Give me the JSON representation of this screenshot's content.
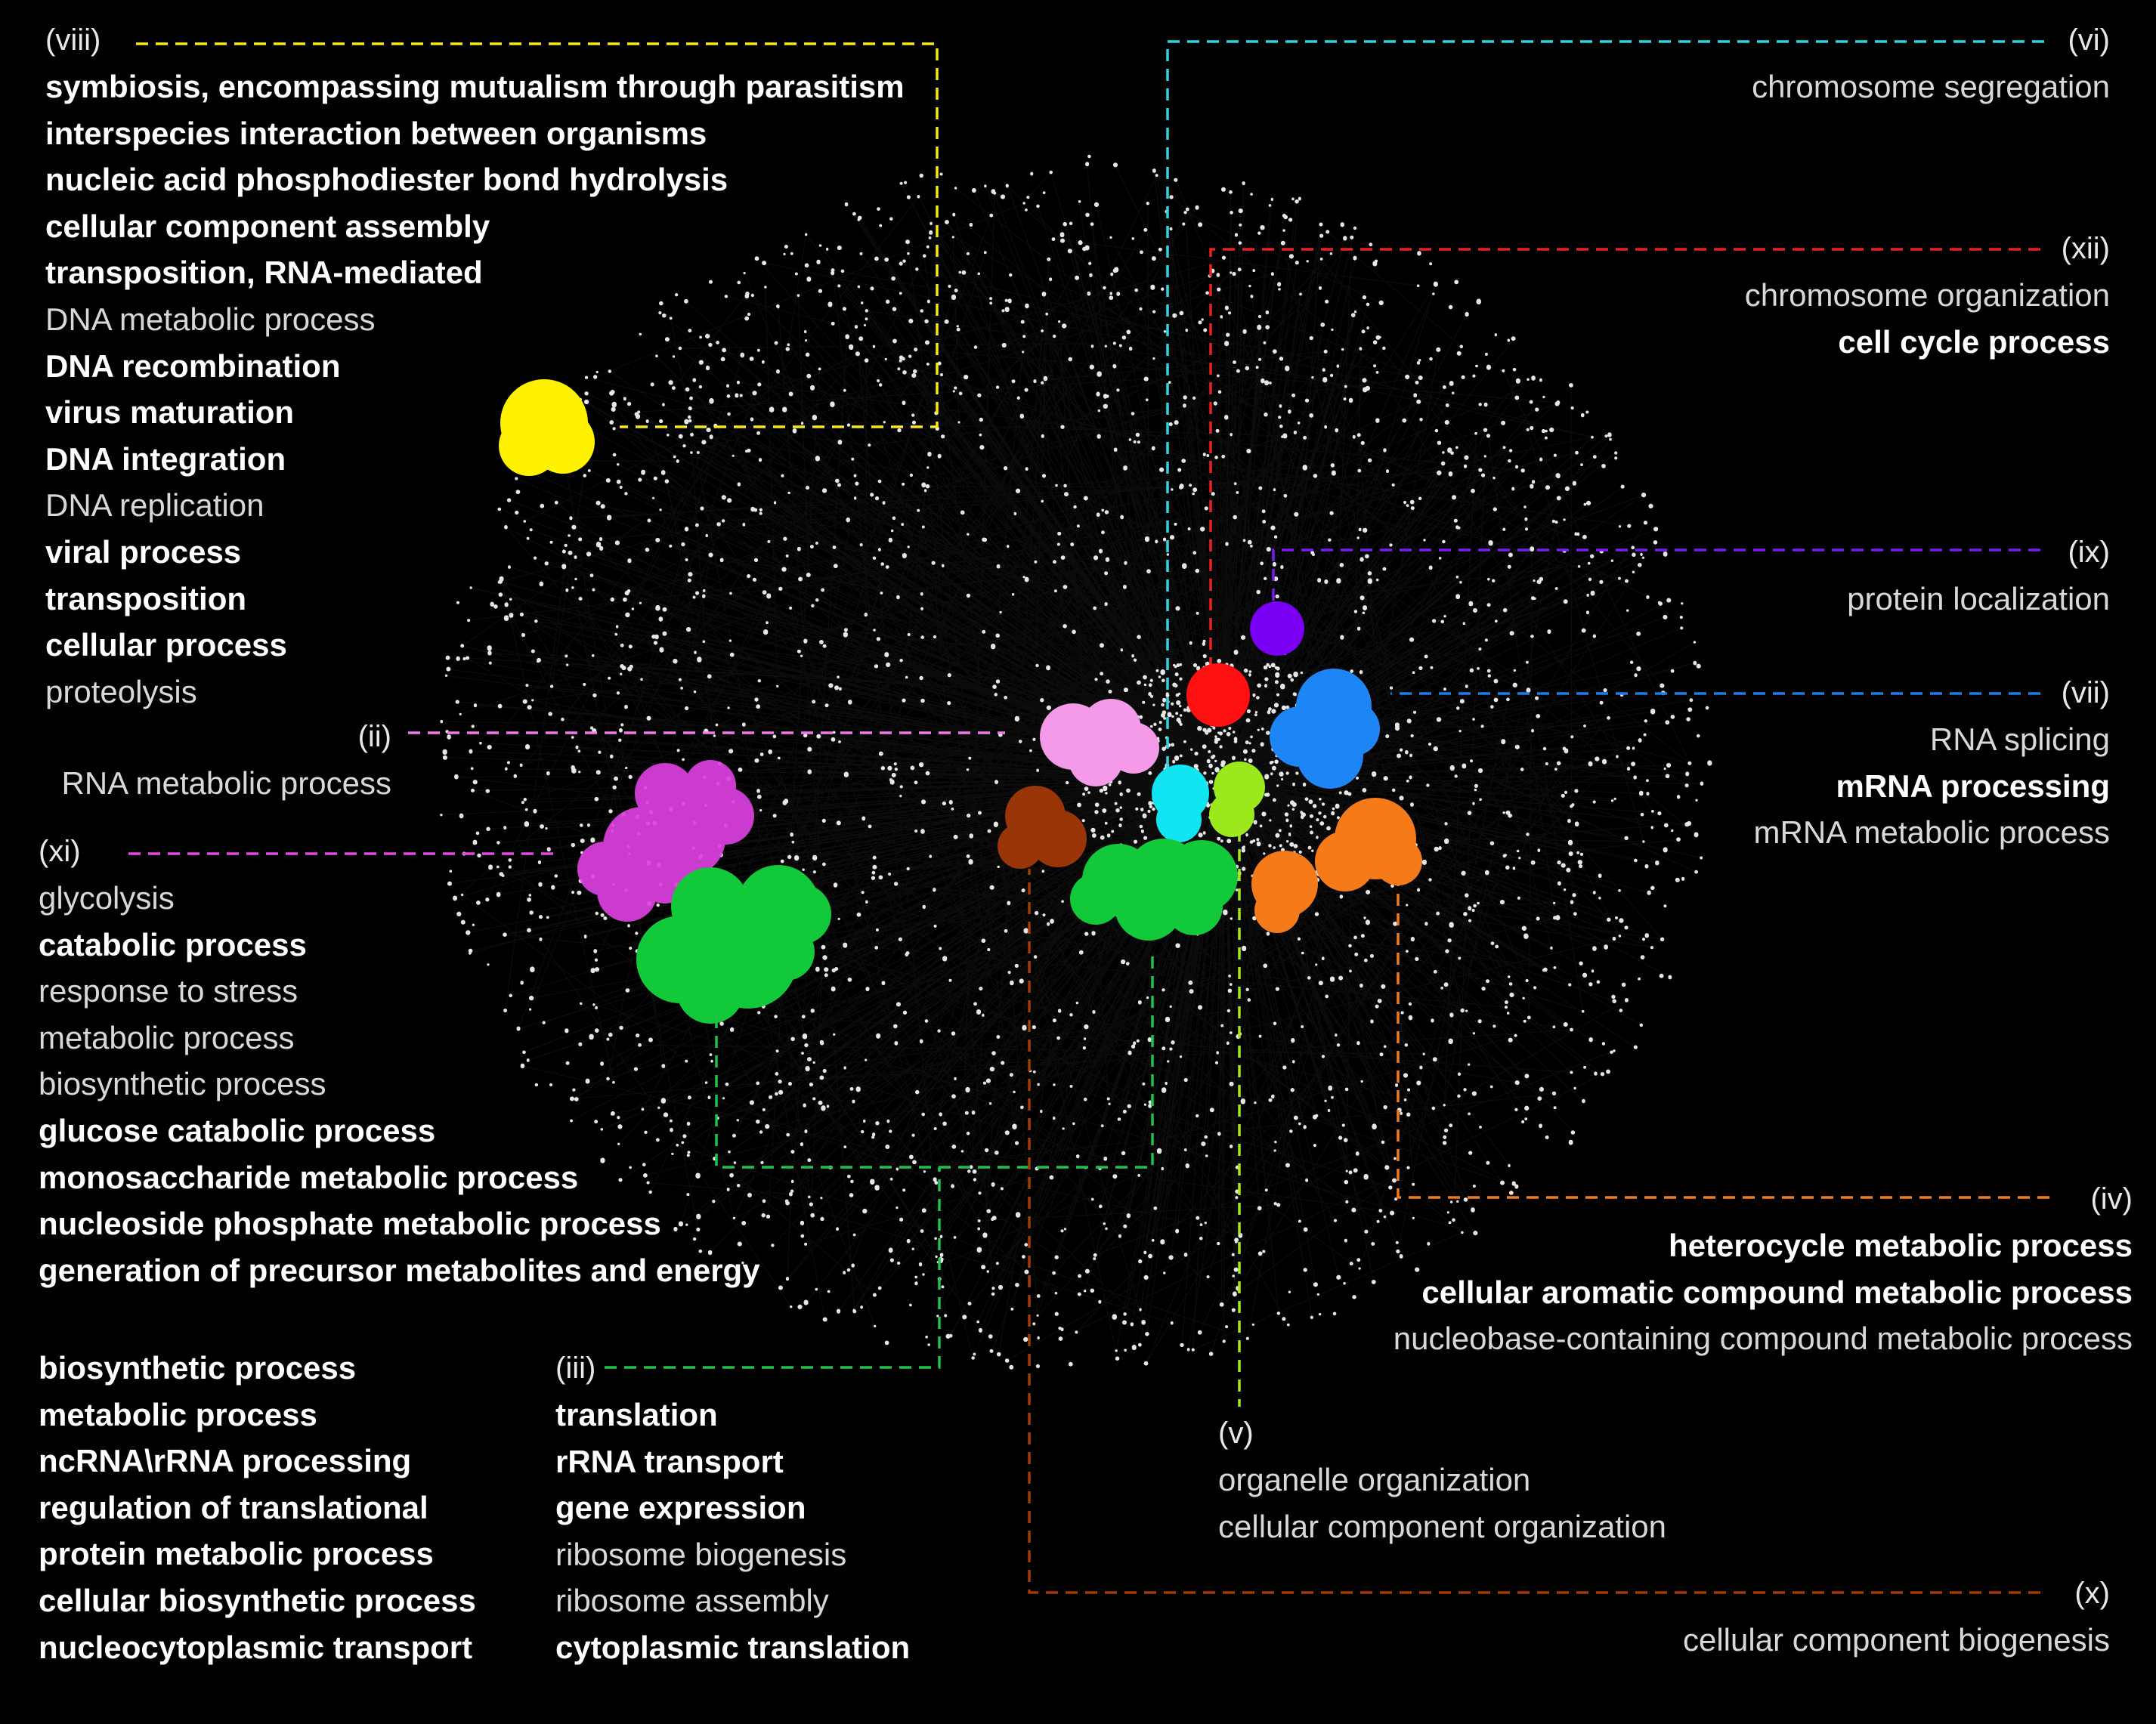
{
  "colors": {
    "background": "#000000",
    "node": "#ffffff",
    "edge": "#8a8a8a"
  },
  "labels": {
    "viii": {
      "id": "(viii)",
      "color": "#f5e91a",
      "terms": [
        {
          "text": "symbiosis, encompassing mutualism through parasitism",
          "bold": true
        },
        {
          "text": "interspecies interaction between organisms",
          "bold": true
        },
        {
          "text": "nucleic acid phosphodiester bond hydrolysis",
          "bold": true
        },
        {
          "text": "cellular component assembly",
          "bold": true
        },
        {
          "text": "transposition, RNA-mediated",
          "bold": true
        },
        {
          "text": "DNA metabolic process",
          "bold": false
        },
        {
          "text": "DNA recombination",
          "bold": true
        },
        {
          "text": "virus maturation",
          "bold": true
        },
        {
          "text": "DNA integration",
          "bold": true
        },
        {
          "text": "DNA replication",
          "bold": false
        },
        {
          "text": "viral process",
          "bold": true
        },
        {
          "text": "transposition",
          "bold": true
        },
        {
          "text": "cellular process",
          "bold": true
        },
        {
          "text": "proteolysis",
          "bold": false
        }
      ]
    },
    "ii": {
      "id": "(ii)",
      "color": "#f07be8",
      "terms": [
        {
          "text": "RNA metabolic process",
          "bold": false
        }
      ]
    },
    "xi": {
      "id": "(xi)",
      "color": "#e24be0",
      "terms": [
        {
          "text": "glycolysis",
          "bold": false
        },
        {
          "text": "catabolic process",
          "bold": true
        },
        {
          "text": "response to stress",
          "bold": false
        },
        {
          "text": "metabolic process",
          "bold": false
        },
        {
          "text": "biosynthetic process",
          "bold": false
        },
        {
          "text": "glucose catabolic process",
          "bold": true
        },
        {
          "text": "monosaccharide metabolic process",
          "bold": true
        },
        {
          "text": "nucleoside phosphate metabolic process",
          "bold": true
        },
        {
          "text": "generation of precursor metabolites and energy",
          "bold": true
        }
      ]
    },
    "green_left": {
      "terms": [
        {
          "text": "biosynthetic process",
          "bold": true
        },
        {
          "text": "metabolic process",
          "bold": true
        },
        {
          "text": "ncRNA\\rRNA processing",
          "bold": true
        },
        {
          "text": "regulation of translational",
          "bold": true
        },
        {
          "text": "protein metabolic process",
          "bold": true
        },
        {
          "text": "cellular biosynthetic process",
          "bold": true
        },
        {
          "text": "nucleocytoplasmic transport",
          "bold": true
        }
      ]
    },
    "iii": {
      "id": "(iii)",
      "color": "#1fc24a",
      "terms": [
        {
          "text": "translation",
          "bold": true
        },
        {
          "text": "rRNA transport",
          "bold": true
        },
        {
          "text": "gene expression",
          "bold": true
        },
        {
          "text": "ribosome biogenesis",
          "bold": false
        },
        {
          "text": "ribosome assembly",
          "bold": false
        },
        {
          "text": "cytoplasmic translation",
          "bold": true
        }
      ]
    },
    "vi": {
      "id": "(vi)",
      "color": "#2fd4e6",
      "terms": [
        {
          "text": "chromosome segregation",
          "bold": false
        }
      ]
    },
    "xii": {
      "id": "(xii)",
      "color": "#e82222",
      "terms": [
        {
          "text": "chromosome organization",
          "bold": false
        },
        {
          "text": "cell cycle process",
          "bold": true
        }
      ]
    },
    "ix": {
      "id": "(ix)",
      "color": "#7a1cf0",
      "terms": [
        {
          "text": "protein localization",
          "bold": false
        }
      ]
    },
    "vii": {
      "id": "(vii)",
      "color": "#1e7ee6",
      "terms": [
        {
          "text": "RNA splicing",
          "bold": false
        },
        {
          "text": "mRNA processing",
          "bold": true
        },
        {
          "text": "mRNA metabolic process",
          "bold": false
        }
      ]
    },
    "iv": {
      "id": "(iv)",
      "color": "#f07a1e",
      "terms": [
        {
          "text": "heterocycle metabolic process",
          "bold": true
        },
        {
          "text": "cellular aromatic compound metabolic process",
          "bold": true
        },
        {
          "text": "nucleobase-containing compound metabolic process",
          "bold": false
        }
      ]
    },
    "v": {
      "id": "(v)",
      "color": "#a8e61e",
      "terms": [
        {
          "text": "organelle organization",
          "bold": false
        },
        {
          "text": "cellular component organization",
          "bold": false
        }
      ]
    },
    "x": {
      "id": "(x)",
      "color": "#a23a0a",
      "terms": [
        {
          "text": "cellular component biogenesis",
          "bold": false
        }
      ]
    }
  }
}
